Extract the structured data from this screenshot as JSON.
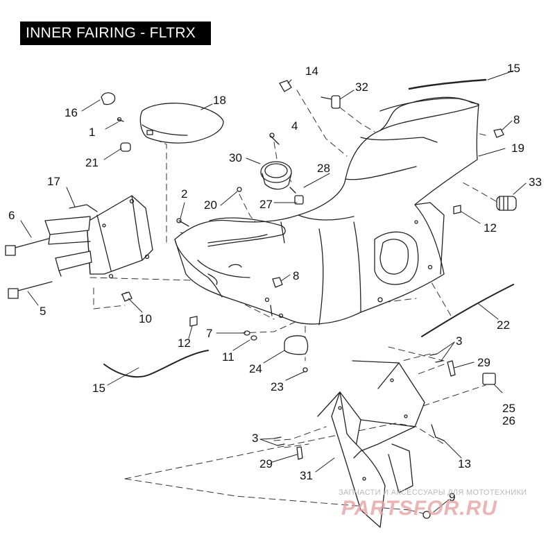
{
  "title": "INNER FAIRING - FLTRX",
  "callouts": {
    "c1": "1",
    "c2": "2",
    "c3a": "3",
    "c3b": "3",
    "c4": "4",
    "c5": "5",
    "c6": "6",
    "c7": "7",
    "c8a": "8",
    "c8b": "8",
    "c9": "9",
    "c10": "10",
    "c11": "11",
    "c12a": "12",
    "c12b": "12",
    "c13": "13",
    "c14": "14",
    "c15a": "15",
    "c15b": "15",
    "c16": "16",
    "c17": "17",
    "c18": "18",
    "c19": "19",
    "c20": "20",
    "c21": "21",
    "c22": "22",
    "c23": "23",
    "c24": "24",
    "c25": "25",
    "c26": "26",
    "c27": "27",
    "c28": "28",
    "c29a": "29",
    "c29b": "29",
    "c30": "30",
    "c31": "31",
    "c32": "32",
    "c33": "33"
  },
  "watermark": {
    "tagline": "ЗАПЧАСТИ И АКСЕССУАРЫ ДЛЯ МОТОТЕХНИКИ",
    "brand": "PARTSFOR.RU"
  }
}
